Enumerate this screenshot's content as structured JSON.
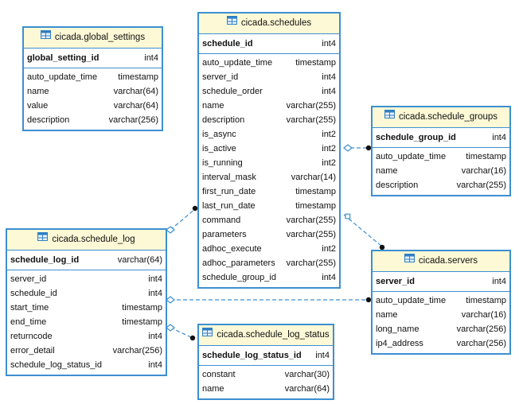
{
  "tables": {
    "global_settings": {
      "title": "cicada.global_settings",
      "pk": {
        "name": "global_setting_id",
        "type": "int4"
      },
      "columns": [
        {
          "name": "auto_update_time",
          "type": "timestamp"
        },
        {
          "name": "name",
          "type": "varchar(64)"
        },
        {
          "name": "value",
          "type": "varchar(64)"
        },
        {
          "name": "description",
          "type": "varchar(256)"
        }
      ]
    },
    "schedules": {
      "title": "cicada.schedules",
      "pk": {
        "name": "schedule_id",
        "type": "int4"
      },
      "columns": [
        {
          "name": "auto_update_time",
          "type": "timestamp"
        },
        {
          "name": "server_id",
          "type": "int4"
        },
        {
          "name": "schedule_order",
          "type": "int4"
        },
        {
          "name": "name",
          "type": "varchar(255)"
        },
        {
          "name": "description",
          "type": "varchar(255)"
        },
        {
          "name": "is_async",
          "type": "int2"
        },
        {
          "name": "is_active",
          "type": "int2"
        },
        {
          "name": "is_running",
          "type": "int2"
        },
        {
          "name": "interval_mask",
          "type": "varchar(14)"
        },
        {
          "name": "first_run_date",
          "type": "timestamp"
        },
        {
          "name": "last_run_date",
          "type": "timestamp"
        },
        {
          "name": "command",
          "type": "varchar(255)"
        },
        {
          "name": "parameters",
          "type": "varchar(255)"
        },
        {
          "name": "adhoc_execute",
          "type": "int2"
        },
        {
          "name": "adhoc_parameters",
          "type": "varchar(255)"
        },
        {
          "name": "schedule_group_id",
          "type": "int4"
        }
      ]
    },
    "schedule_groups": {
      "title": "cicada.schedule_groups",
      "pk": {
        "name": "schedule_group_id",
        "type": "int4"
      },
      "columns": [
        {
          "name": "auto_update_time",
          "type": "timestamp"
        },
        {
          "name": "name",
          "type": "varchar(16)"
        },
        {
          "name": "description",
          "type": "varchar(255)"
        }
      ]
    },
    "schedule_log": {
      "title": "cicada.schedule_log",
      "pk": {
        "name": "schedule_log_id",
        "type": "varchar(64)"
      },
      "columns": [
        {
          "name": "server_id",
          "type": "int4"
        },
        {
          "name": "schedule_id",
          "type": "int4"
        },
        {
          "name": "start_time",
          "type": "timestamp"
        },
        {
          "name": "end_time",
          "type": "timestamp"
        },
        {
          "name": "returncode",
          "type": "int4"
        },
        {
          "name": "error_detail",
          "type": "varchar(256)"
        },
        {
          "name": "schedule_log_status_id",
          "type": "int4"
        }
      ]
    },
    "servers": {
      "title": "cicada.servers",
      "pk": {
        "name": "server_id",
        "type": "int4"
      },
      "columns": [
        {
          "name": "auto_update_time",
          "type": "timestamp"
        },
        {
          "name": "name",
          "type": "varchar(16)"
        },
        {
          "name": "long_name",
          "type": "varchar(256)"
        },
        {
          "name": "ip4_address",
          "type": "varchar(256)"
        }
      ]
    },
    "schedule_log_status": {
      "title": "cicada.schedule_log_status",
      "pk": {
        "name": "schedule_log_status_id",
        "type": "int4"
      },
      "columns": [
        {
          "name": "constant",
          "type": "varchar(30)"
        },
        {
          "name": "name",
          "type": "varchar(64)"
        }
      ]
    }
  },
  "colors": {
    "border": "#3d8fd1",
    "header_bg": "#fdf9d6",
    "connector": "#3d8fd1",
    "endpoint": "#111111"
  },
  "icons": {
    "table": "table-icon",
    "many_end": "filled-circle",
    "one_end": "hollow-diamond"
  }
}
